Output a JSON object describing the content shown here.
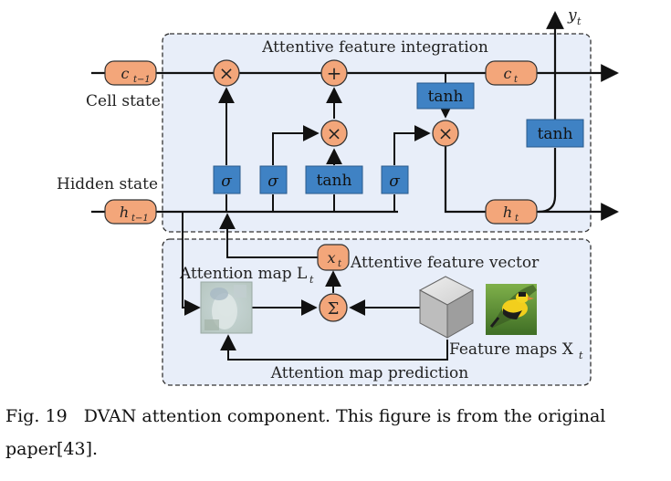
{
  "diagram": {
    "top_box_title": "Attentive feature integration",
    "bottom_box_title": "Attention map prediction",
    "cell_state_label": "Cell state",
    "hidden_state_label": "Hidden state",
    "c_prev": "c",
    "c_prev_sub": "t−1",
    "c_t": "c",
    "c_t_sub": "t",
    "h_prev": "h",
    "h_prev_sub": "t−1",
    "h_t": "h",
    "h_t_sub": "t",
    "y_t": "y",
    "y_t_sub": "t",
    "x_t": "x",
    "x_t_sub": "t",
    "sigma": "σ",
    "tanh": "tanh",
    "multiply": "×",
    "add": "+",
    "sum": "Σ",
    "attentive_feature_vector": "Attentive feature vector",
    "attention_map_label": "Attention map L",
    "attention_map_sub": "t",
    "feature_maps_label": "Feature maps X",
    "feature_maps_sub": "t"
  },
  "caption": {
    "figure_number": "Fig. 19",
    "text": "DVAN attention component.  This figure is from the original paper[43]."
  },
  "colors": {
    "box_fill": "#e8eef9",
    "gate_fill": "#3f82c4",
    "orange_fill": "#f3a67a",
    "line": "#111111"
  }
}
